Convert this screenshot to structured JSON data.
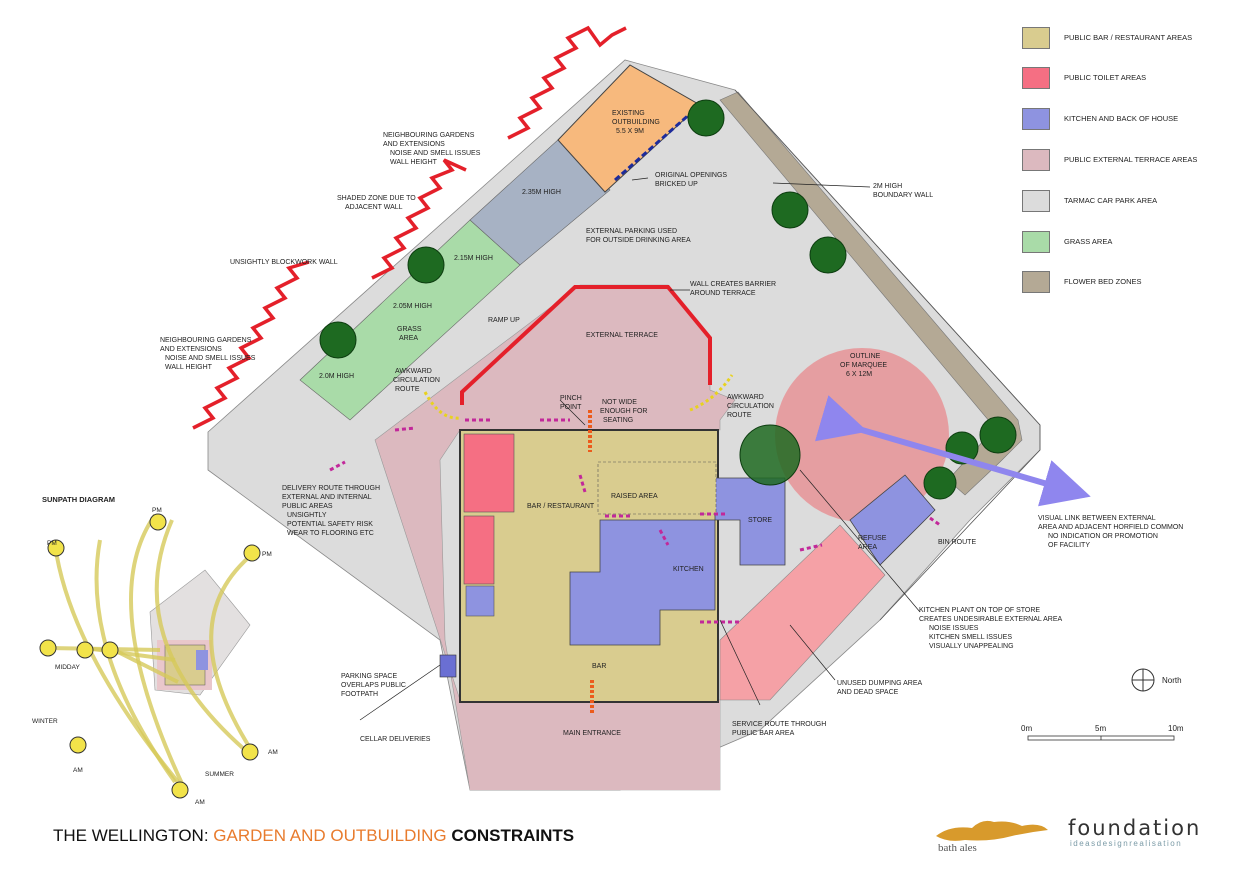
{
  "title": {
    "part1": "THE WELLINGTON:",
    "part2": "GARDEN AND OUTBUILDING",
    "part3": "CONSTRAINTS"
  },
  "legend": [
    {
      "label": "PUBLIC BAR / RESTAURANT AREAS",
      "color": "#d9cc8f"
    },
    {
      "label": "PUBLIC TOILET AREAS",
      "color": "#f56f83"
    },
    {
      "label": "KITCHEN AND BACK OF HOUSE",
      "color": "#8e93e0"
    },
    {
      "label": "PUBLIC EXTERNAL TERRACE AREAS",
      "color": "#dcb9bf"
    },
    {
      "label": "TARMAC CAR PARK AREA",
      "color": "#dcdcdc"
    },
    {
      "label": "GRASS AREA",
      "color": "#a9dba8"
    },
    {
      "label": "FLOWER BED ZONES",
      "color": "#b4a995"
    }
  ],
  "labels": {
    "neighbouring_top": [
      "NEIGHBOURING GARDENS",
      "AND EXTENSIONS",
      "NOISE AND SMELL ISSUES",
      "WALL HEIGHT"
    ],
    "neighbouring_left": [
      "NEIGHBOURING GARDENS",
      "AND EXTENSIONS",
      "NOISE AND SMELL ISSUES",
      "WALL HEIGHT"
    ],
    "shaded_zone": [
      "SHADED ZONE DUE TO",
      "ADJACENT WALL"
    ],
    "unsightly_wall": "UNSIGHTLY BLOCKWORK WALL",
    "existing_outbuilding": [
      "EXISTING",
      "OUTBUILDING",
      "5.5 X 9M"
    ],
    "original_openings": [
      "ORIGINAL OPENINGS",
      "BRICKED UP"
    ],
    "boundary_wall": [
      "2M HIGH",
      "BOUNDARY WALL"
    ],
    "h235": "2.35M HIGH",
    "h215": "2.15M HIGH",
    "h205": "2.05M HIGH",
    "h20": "2.0M HIGH",
    "grass_area": [
      "GRASS",
      "AREA"
    ],
    "ramp_up": "RAMP UP",
    "external_parking": [
      "EXTERNAL PARKING USED",
      "FOR OUTSIDE DRINKING AREA"
    ],
    "wall_barrier": [
      "WALL CREATES BARRIER",
      "AROUND TERRACE"
    ],
    "external_terrace": "EXTERNAL TERRACE",
    "marquee": [
      "OUTLINE",
      "OF MARQUEE",
      "6 X 12M"
    ],
    "awkward_left": [
      "AWKWARD",
      "CIRCULATION",
      "ROUTE"
    ],
    "awkward_right": [
      "AWKWARD",
      "CIRCULATION",
      "ROUTE"
    ],
    "pinch_point": [
      "PINCH",
      "POINT"
    ],
    "not_wide": [
      "NOT WIDE",
      "ENOUGH FOR",
      "SEATING"
    ],
    "bar_restaurant": "BAR / RESTAURANT",
    "raised_area": "RAISED AREA",
    "store": "STORE",
    "kitchen": "KITCHEN",
    "refuse_area": [
      "REFUSE",
      "AREA"
    ],
    "bin_route": "BIN ROUTE",
    "bar": "BAR",
    "main_entrance": "MAIN ENTRANCE",
    "delivery_route": [
      "DELIVERY ROUTE THROUGH",
      "EXTERNAL AND INTERNAL",
      "PUBLIC AREAS",
      "UNSIGHTLY",
      "POTENTIAL SAFETY RISK",
      "WEAR TO FLOORING ETC"
    ],
    "parking_space": [
      "PARKING SPACE",
      "OVERLAPS PUBLIC",
      "FOOTPATH"
    ],
    "cellar_deliveries": "CELLAR DELIVERIES",
    "service_route": [
      "SERVICE ROUTE THROUGH",
      "PUBLIC BAR AREA"
    ],
    "unused_dumping": [
      "UNUSED DUMPING AREA",
      "AND DEAD SPACE"
    ],
    "kitchen_plant": [
      "KITCHEN PLANT ON TOP OF STORE",
      "CREATES UNDESIRABLE EXTERNAL AREA",
      "NOISE ISSUES",
      "KITCHEN SMELL ISSUES",
      "VISUALLY UNAPPEALING"
    ],
    "visual_link": [
      "VISUAL LINK BETWEEN EXTERNAL",
      "AREA AND ADJACENT HORFIELD COMMON",
      "NO INDICATION OR PROMOTION",
      "OF FACILITY"
    ],
    "north": "North"
  },
  "scale": {
    "zero": "0m",
    "mid": "5m",
    "end": "10m"
  },
  "sunpath": {
    "title": "SUNPATH DIAGRAM",
    "labels": {
      "pm1": "PM",
      "pm2": "PM",
      "pm3": "PM",
      "midday": "MIDDAY",
      "winter": "WINTER",
      "summer": "SUMMER",
      "am1": "AM",
      "am2": "AM",
      "am3": "AM"
    }
  },
  "brand": {
    "name": "foundation",
    "tagline": "ideasdesignrealisation",
    "logo_text": "bath ales"
  },
  "colors": {
    "wall_red": "#e4202a",
    "arrow_magenta": "#c2289a",
    "arrow_orange": "#ec5b1c",
    "arrow_yellow": "#e8d21f",
    "visual_link": "#8f86ee",
    "tree": "#1e6a21"
  }
}
